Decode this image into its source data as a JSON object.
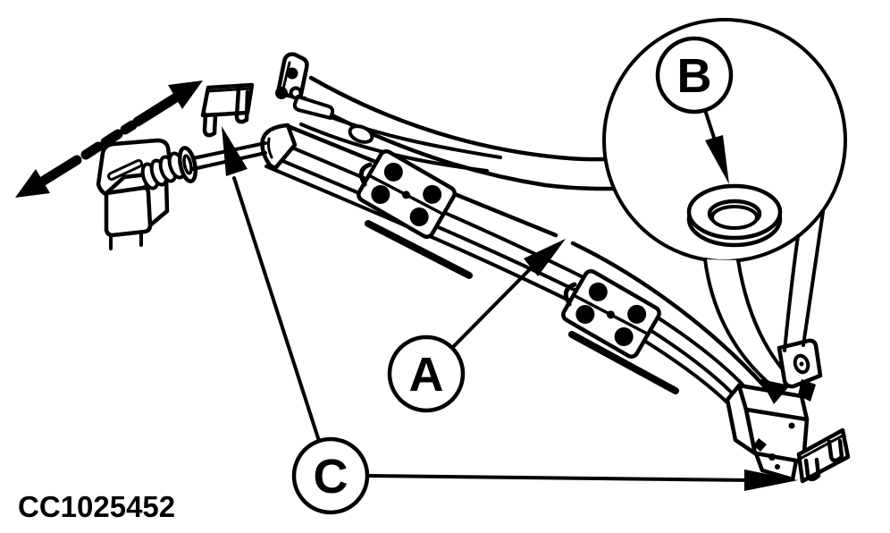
{
  "figure": {
    "code": "CC1025452",
    "description": "Exploded line diagram of tool bar with retainer clips, grommet detail and spring latch"
  },
  "callouts": {
    "a": {
      "label": "A"
    },
    "b": {
      "label": "B"
    },
    "c": {
      "label": "C"
    }
  },
  "colors": {
    "line": "#000000",
    "background": "#ffffff"
  }
}
